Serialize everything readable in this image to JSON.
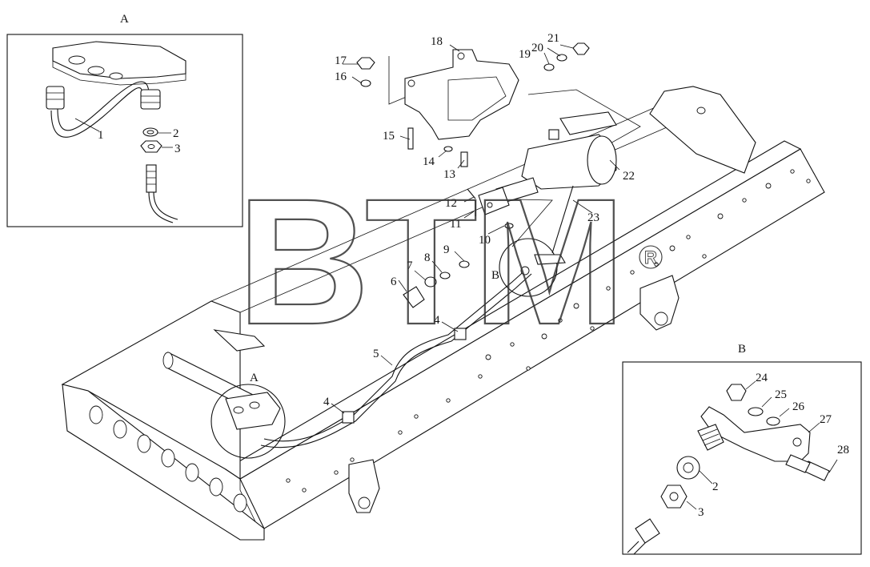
{
  "watermark": {
    "text": "BTM",
    "mark": "®"
  },
  "insets": {
    "A": {
      "label": "A"
    },
    "B": {
      "label": "B"
    }
  },
  "main_refs": {
    "A": "A",
    "B": "B"
  },
  "callouts_main": [
    {
      "id": "4a",
      "label": "4"
    },
    {
      "id": "4b",
      "label": "4"
    },
    {
      "id": "5",
      "label": "5"
    },
    {
      "id": "6",
      "label": "6"
    },
    {
      "id": "7",
      "label": "7"
    },
    {
      "id": "8",
      "label": "8"
    },
    {
      "id": "9",
      "label": "9"
    },
    {
      "id": "10",
      "label": "10"
    },
    {
      "id": "11",
      "label": "11"
    },
    {
      "id": "12",
      "label": "12"
    },
    {
      "id": "13",
      "label": "13"
    },
    {
      "id": "14",
      "label": "14"
    },
    {
      "id": "15",
      "label": "15"
    },
    {
      "id": "16",
      "label": "16"
    },
    {
      "id": "17",
      "label": "17"
    },
    {
      "id": "18",
      "label": "18"
    },
    {
      "id": "19",
      "label": "19"
    },
    {
      "id": "20",
      "label": "20"
    },
    {
      "id": "21",
      "label": "21"
    },
    {
      "id": "22",
      "label": "22"
    },
    {
      "id": "23",
      "label": "23"
    }
  ],
  "callouts_A": [
    {
      "id": "1",
      "label": "1"
    },
    {
      "id": "2",
      "label": "2"
    },
    {
      "id": "3",
      "label": "3"
    }
  ],
  "callouts_B": [
    {
      "id": "24",
      "label": "24"
    },
    {
      "id": "25",
      "label": "25"
    },
    {
      "id": "26",
      "label": "26"
    },
    {
      "id": "27",
      "label": "27"
    },
    {
      "id": "28",
      "label": "28"
    },
    {
      "id": "2",
      "label": "2"
    },
    {
      "id": "3",
      "label": "3"
    }
  ]
}
